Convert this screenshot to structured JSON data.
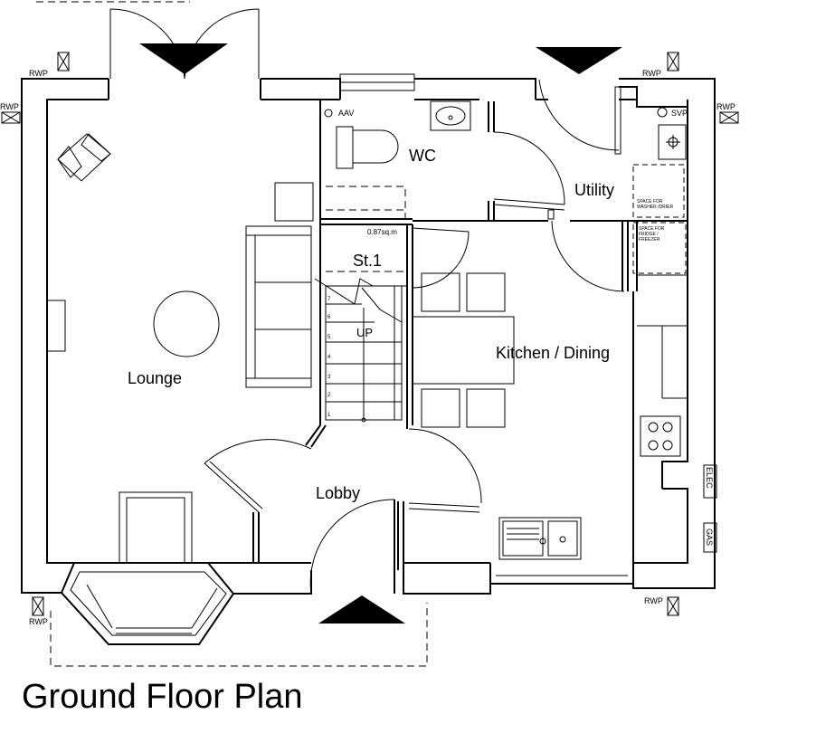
{
  "plan": {
    "title": "Ground Floor Plan",
    "rooms": {
      "lounge": "Lounge",
      "wc": "WC",
      "utility": "Utility",
      "kitchen": "Kitchen / Dining",
      "lobby": "Lobby",
      "store": "St.1"
    },
    "store_area": "0.87sq.m",
    "stair_label": "UP",
    "stair_steps": [
      "1",
      "2",
      "3",
      "4",
      "5",
      "6",
      "7"
    ],
    "annotations": {
      "rwp": "RWP",
      "aav": "AAV",
      "svp": "SVP",
      "washer": [
        "SPACE FOR",
        "WASHER /DRIER"
      ],
      "fridge": [
        "SPACE FOR",
        "FRIDGE /",
        "FREEZER"
      ],
      "elec": "ELEC",
      "gas": "GAS"
    }
  }
}
